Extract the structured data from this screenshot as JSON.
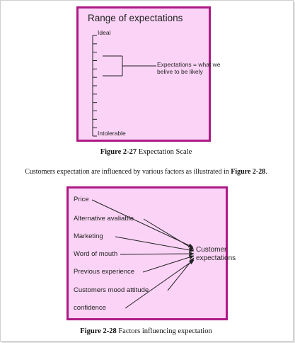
{
  "figure1": {
    "title": "Range  of expectations",
    "top_label": "Ideal",
    "bottom_label": "Intolerable",
    "bubble_line1": "Expectations = what we",
    "bubble_line2": "belive to be likely",
    "caption_number": "Figure 2-27",
    "caption_text": " Expectation Scale"
  },
  "paragraph": {
    "text": "Customers expectation are influenced by various factors as illustrated in ",
    "ref": "Figure 2-28",
    "end": "."
  },
  "figure2": {
    "factors": [
      "Price",
      "Alternative avaliable",
      "Marketing",
      "Word of mouth",
      "Previous experience",
      "Customers mood attitude",
      "confidence"
    ],
    "result_line1": "Customer",
    "result_line2": "expectations",
    "caption_number": "Figure 2-28",
    "caption_text": " Factors influencing expectation"
  },
  "colors": {
    "box_fill": "#fbd3f6",
    "box_border": "#ad1a85"
  }
}
